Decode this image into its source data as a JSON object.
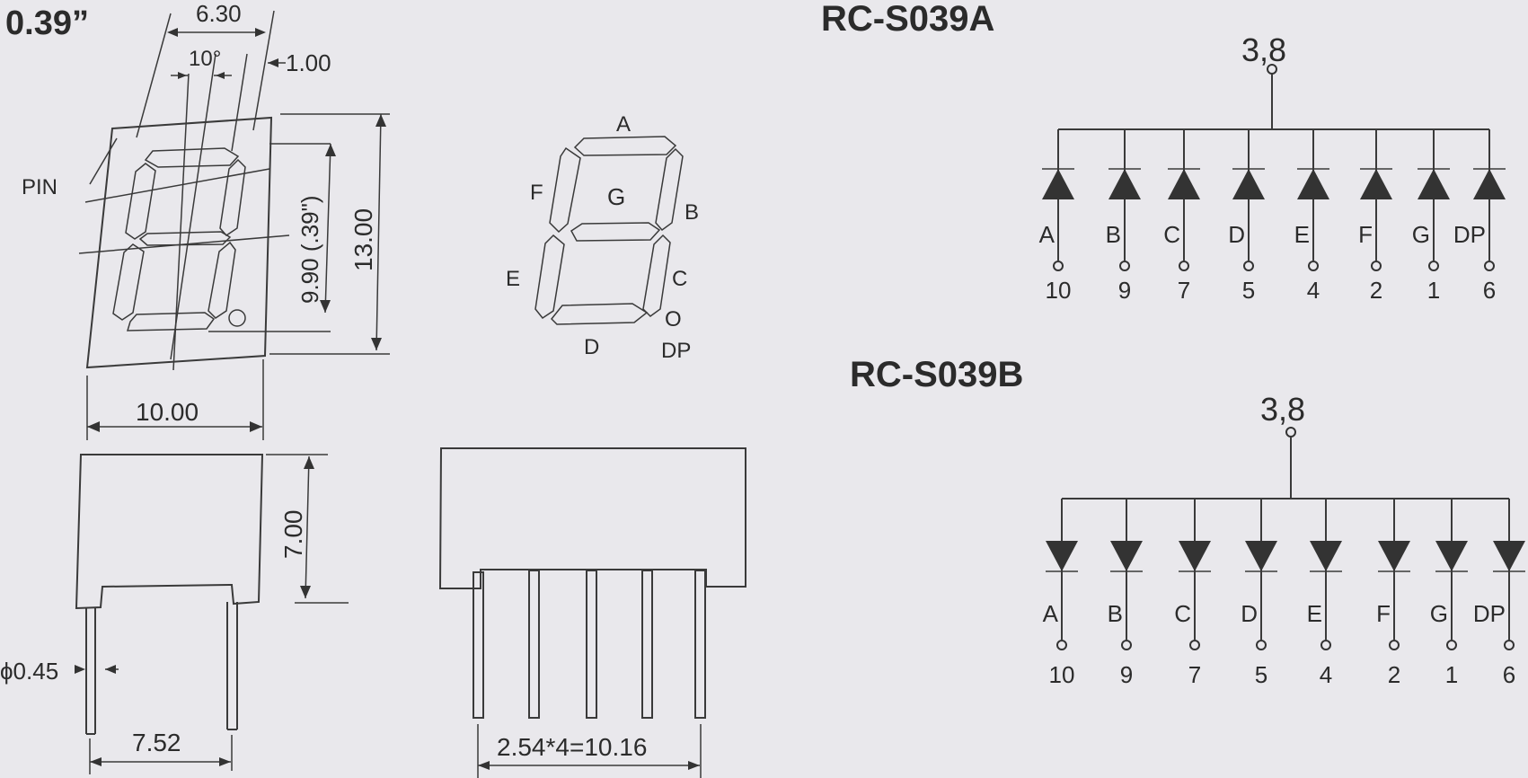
{
  "size_label": "0.39”",
  "pin_label": "PIN",
  "dim": {
    "d_630": "6.30",
    "d_10deg": "10°",
    "d_100": "1.00",
    "d_990": "9.90 (.39\")",
    "d_1300": "13.00",
    "d_1000": "10.00",
    "d_700": "7.00",
    "d_045": "ϕ0.45",
    "d_752": "7.52",
    "d_pitch": "2.54*4=10.16"
  },
  "segments": {
    "A": "A",
    "B": "B",
    "C": "C",
    "D": "D",
    "E": "E",
    "F": "F",
    "G": "G",
    "O": "O",
    "DP": "DP"
  },
  "circuits": [
    {
      "title": "RC-S039A",
      "common": "3,8",
      "labels": [
        "A",
        "B",
        "C",
        "D",
        "E",
        "F",
        "G",
        "DP"
      ],
      "pins": [
        "10",
        "9",
        "7",
        "5",
        "4",
        "2",
        "1",
        "6"
      ]
    },
    {
      "title": "RC-S039B",
      "common": "3,8",
      "labels": [
        "A",
        "B",
        "C",
        "D",
        "E",
        "F",
        "G",
        "DP"
      ],
      "pins": [
        "10",
        "9",
        "7",
        "5",
        "4",
        "2",
        "1",
        "6"
      ]
    }
  ]
}
